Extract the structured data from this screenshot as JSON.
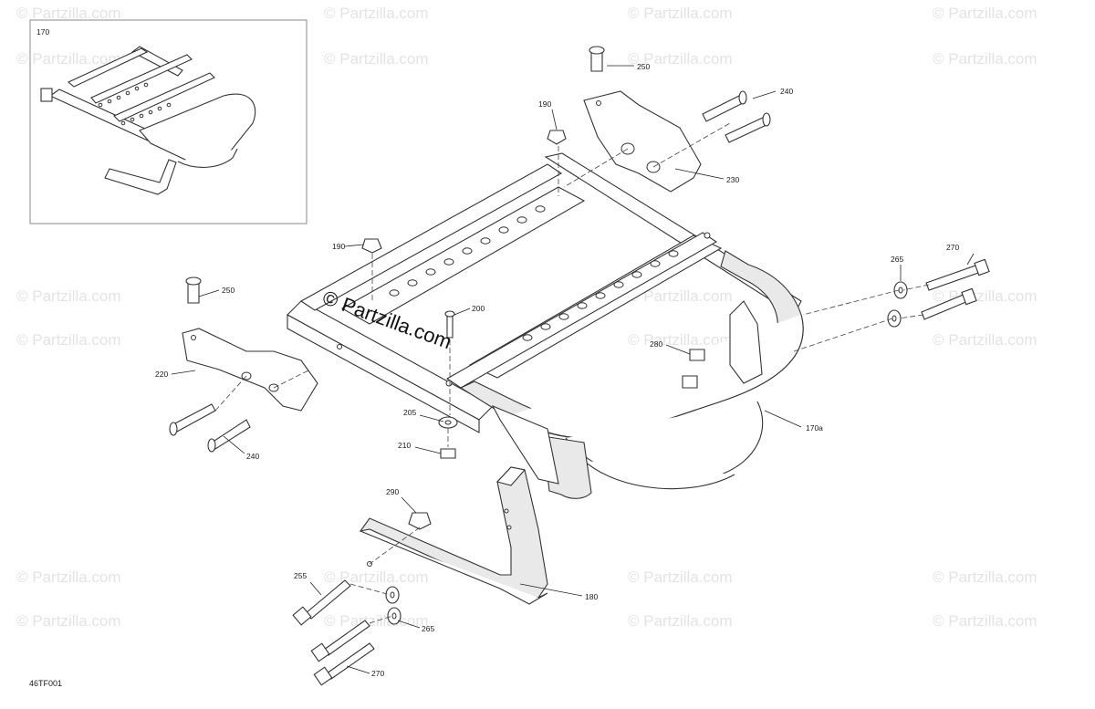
{
  "watermarks": {
    "corner": "© Partzilla.com",
    "main": "© Partzilla.com"
  },
  "inset": {
    "label": "170"
  },
  "figure_code": "46TF001",
  "callouts": {
    "c250_top": "250",
    "c240_top": "240",
    "c190_top": "190",
    "c230": "230",
    "c190_mid": "190",
    "c270_right": "270",
    "c265_right": "265",
    "c250_left": "250",
    "c200": "200",
    "c280": "280",
    "c220": "220",
    "c205": "205",
    "c240_bottom": "240",
    "c210": "210",
    "c170a": "170a",
    "c290": "290",
    "c255": "255",
    "c180": "180",
    "c265_bottom": "265",
    "c270_bottom": "270"
  }
}
